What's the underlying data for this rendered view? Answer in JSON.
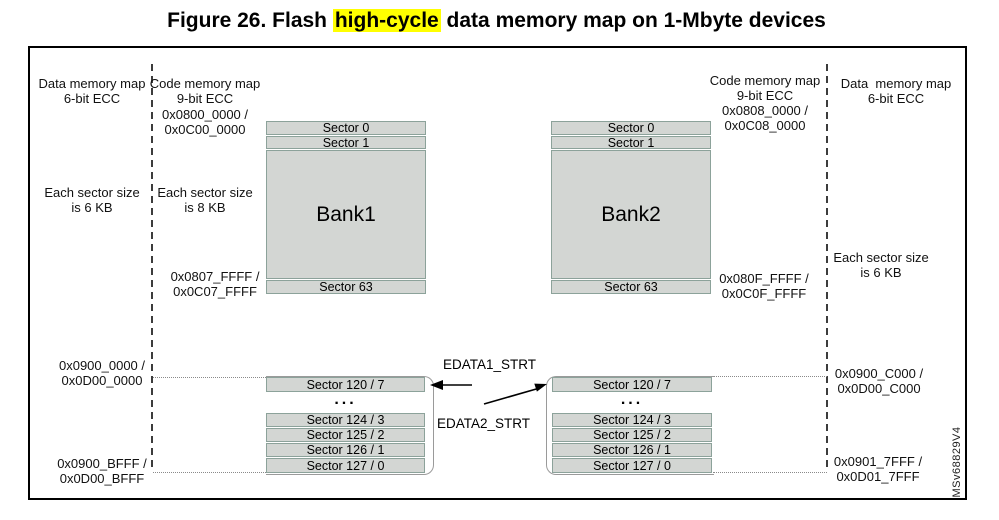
{
  "figure": {
    "title_prefix": "Figure 26. Flash ",
    "title_highlight": "high-cycle",
    "title_suffix": " data memory map on 1-Mbyte devices",
    "watermark": "MSv68829V4"
  },
  "colors": {
    "title_highlight": "#ffff00",
    "sector_fill": "#d3d6d3",
    "sector_border": "#8ca29a",
    "bracket_outline": "#9a9a9a",
    "frame_border": "#000000"
  },
  "left_outer": {
    "memory_map": "Data memory map\n6-bit ECC",
    "sector_size": "Each sector size\nis 6 KB",
    "edata_start_addr": "0x0900_0000 /\n0x0D00_0000",
    "edata_end_addr": "0x0900_BFFF /\n0x0D00_BFFF"
  },
  "left_inner": {
    "memory_map": "Code memory map\n9-bit ECC",
    "bank_start_addr": "0x0800_0000 /\n0x0C00_0000",
    "sector_size": "Each sector size\nis 8 KB",
    "bank_end_addr": "0x0807_FFFF /\n0x0C07_FFFF"
  },
  "right_inner": {
    "memory_map": "Code memory map\n9-bit ECC",
    "bank_start_addr": "0x0808_0000 /\n0x0C08_0000",
    "bank_end_addr": "0x080F_FFFF /\n0x0C0F_FFFF"
  },
  "right_outer": {
    "memory_map": "Data  memory map\n6-bit ECC",
    "sector_size": "Each sector size\nis 6 KB",
    "edata_start_addr": "0x0900_C000 /\n0x0D00_C000",
    "edata_end_addr": "0x0901_7FFF /\n0x0D01_7FFF"
  },
  "bank1": {
    "name": "Bank1",
    "sector_top_0": "Sector 0",
    "sector_top_1": "Sector 1",
    "sector_bottom": "Sector 63"
  },
  "bank2": {
    "name": "Bank2",
    "sector_top_0": "Sector 0",
    "sector_top_1": "Sector 1",
    "sector_bottom": "Sector 63"
  },
  "edata1_sectors": [
    "Sector 120 / 7",
    "...",
    "Sector 124 / 3",
    "Sector 125 / 2",
    "Sector 126 / 1",
    "Sector 127 / 0"
  ],
  "edata2_sectors": [
    "Sector 120 / 7",
    "...",
    "Sector 124 / 3",
    "Sector 125 / 2",
    "Sector 126 / 1",
    "Sector 127 / 0"
  ],
  "annotations": {
    "edata1_label": "EDATA1_STRT",
    "edata2_label": "EDATA2_STRT"
  }
}
